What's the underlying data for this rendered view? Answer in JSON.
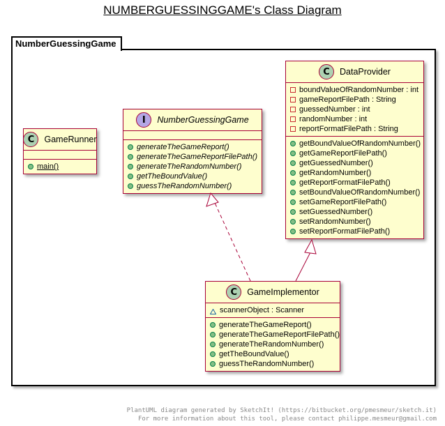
{
  "title": "NUMBERGUESSINGGAME's Class Diagram",
  "package": {
    "name": "NumberGuessingGame"
  },
  "classes": {
    "game_runner": {
      "stereotype_letter": "C",
      "name": "GameRunner",
      "fields": [],
      "methods": [
        {
          "visibility": "public",
          "text": "main()",
          "static": true
        }
      ]
    },
    "number_guessing_game": {
      "stereotype_letter": "I",
      "name": "NumberGuessingGame",
      "fields": [],
      "methods": [
        {
          "visibility": "public",
          "text": "generateTheGameReport()"
        },
        {
          "visibility": "public",
          "text": "generateTheGameReportFilePath()"
        },
        {
          "visibility": "public",
          "text": "generateTheRandomNumber()"
        },
        {
          "visibility": "public",
          "text": "getTheBoundValue()"
        },
        {
          "visibility": "public",
          "text": "guessTheRandomNumber()"
        }
      ]
    },
    "data_provider": {
      "stereotype_letter": "C",
      "name": "DataProvider",
      "fields": [
        {
          "visibility": "private",
          "text": "boundValueOfRandomNumber : int"
        },
        {
          "visibility": "private",
          "text": "gameReportFilePath : String"
        },
        {
          "visibility": "private",
          "text": "guessedNumber : int"
        },
        {
          "visibility": "private",
          "text": "randomNumber : int"
        },
        {
          "visibility": "private",
          "text": "reportFormatFilePath : String"
        }
      ],
      "methods": [
        {
          "visibility": "public",
          "text": "getBoundValueOfRandomNumber()"
        },
        {
          "visibility": "public",
          "text": "getGameReportFilePath()"
        },
        {
          "visibility": "public",
          "text": "getGuessedNumber()"
        },
        {
          "visibility": "public",
          "text": "getRandomNumber()"
        },
        {
          "visibility": "public",
          "text": "getReportFormatFilePath()"
        },
        {
          "visibility": "public",
          "text": "setBoundValueOfRandomNumber()"
        },
        {
          "visibility": "public",
          "text": "setGameReportFilePath()"
        },
        {
          "visibility": "public",
          "text": "setGuessedNumber()"
        },
        {
          "visibility": "public",
          "text": "setRandomNumber()"
        },
        {
          "visibility": "public",
          "text": "setReportFormatFilePath()"
        }
      ]
    },
    "game_implementor": {
      "stereotype_letter": "C",
      "name": "GameImplementor",
      "fields": [
        {
          "visibility": "package",
          "text": "scannerObject : Scanner"
        }
      ],
      "methods": [
        {
          "visibility": "public",
          "text": "generateTheGameReport()"
        },
        {
          "visibility": "public",
          "text": "generateTheGameReportFilePath()"
        },
        {
          "visibility": "public",
          "text": "generateTheRandomNumber()"
        },
        {
          "visibility": "public",
          "text": "getTheBoundValue()"
        },
        {
          "visibility": "public",
          "text": "guessTheRandomNumber()"
        }
      ]
    }
  },
  "relations": [
    {
      "from": "game_implementor",
      "to": "number_guessing_game",
      "kind": "realization"
    },
    {
      "from": "game_implementor",
      "to": "data_provider",
      "kind": "generalization"
    }
  ],
  "footer": {
    "line1": "PlantUML diagram generated by SketchIt! (https://bitbucket.org/pmesmeur/sketch.it)",
    "line2": "For more information about this tool, please contact philippe.mesmeur@gmail.com"
  },
  "colors": {
    "class_fill": "#fefece",
    "class_border": "#a80036",
    "class_circle": "#add1b2",
    "interface_circle": "#b4a7e5",
    "public": "#84be84",
    "private": "#c82930"
  }
}
